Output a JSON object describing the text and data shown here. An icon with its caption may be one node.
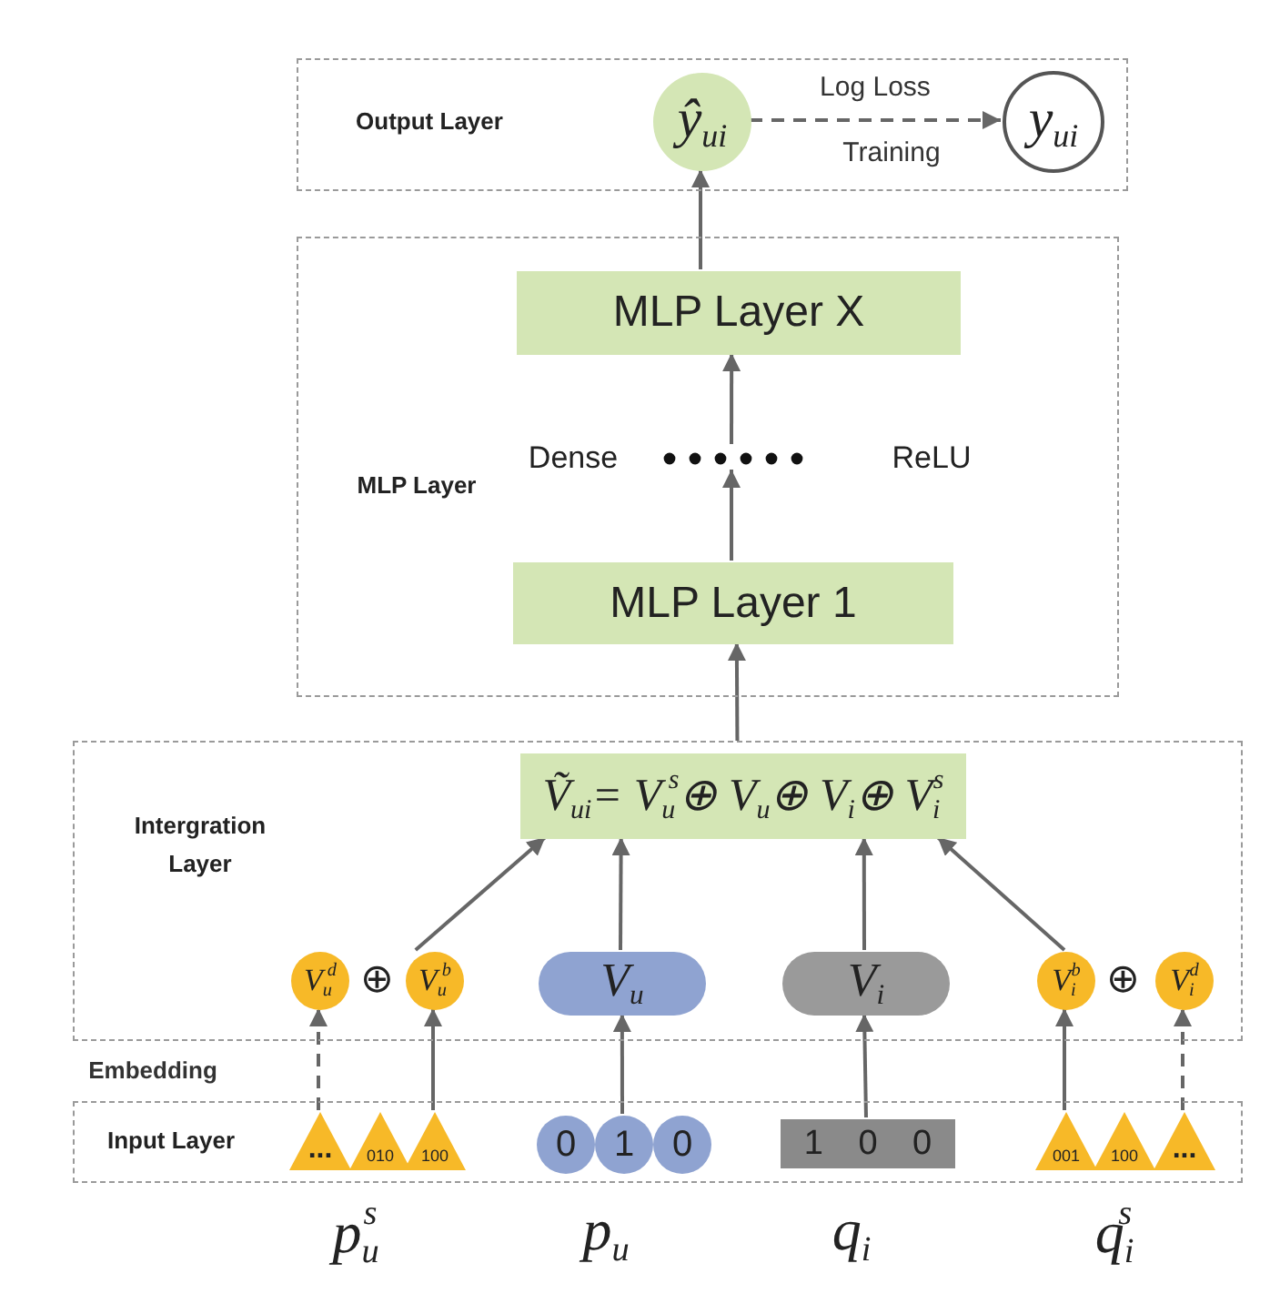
{
  "diagram": {
    "nodes": [
      {
        "text": [
          "Output Layer"
        ]
      },
      {
        "text": [
          "ŷ$_{ui}$"
        ],
        "in": 0
      },
      {
        "text": [
          "y$_{ui}$"
        ],
        "in": 0
      },
      {
        "text": [
          "MLP Layer"
        ]
      },
      {
        "text": [
          "MLP Layer X"
        ],
        "in": 3
      },
      {
        "text": [],
        "shape": "dots",
        "in": 3
      },
      {
        "text": [
          "MLP Layer 1"
        ],
        "in": 3
      },
      {
        "text": [
          "Intergration Layer"
        ]
      },
      {
        "text": [
          "Ṽ$_{ui}$= V$_{u}$$^{s}$⊕ V$_{u}$⊕ V$_{i}$⊕ V$_{i}$$^{s}$"
        ],
        "in": 7
      },
      {
        "text": [
          "V$_{u}$$^{d}$"
        ],
        "in": 7
      },
      {
        "text": [
          "V$_{u}$$^{b}$"
        ],
        "in": 7
      },
      {
        "text": [
          "V$_{u}$"
        ],
        "in": 7
      },
      {
        "text": [
          "V$_{i}$"
        ],
        "in": 7
      },
      {
        "text": [
          "V$_{i}$$^{b}$"
        ],
        "in": 7
      },
      {
        "text": [
          "V$_{i}$$^{d}$"
        ],
        "in": 7
      },
      {
        "text": [
          "Input Layer"
        ]
      },
      {
        "text": [
          "..."
        ],
        "in": 15
      },
      {
        "text": [
          "010"
        ],
        "in": 15
      },
      {
        "text": [
          "100"
        ],
        "in": 15
      },
      {
        "text": [
          "0"
        ],
        "in": 15
      },
      {
        "text": [
          "1"
        ],
        "in": 15
      },
      {
        "text": [
          "0"
        ],
        "in": 15
      },
      {
        "text": [
          "1 0 0"
        ],
        "in": 15
      },
      {
        "text": [
          "001"
        ],
        "in": 15
      },
      {
        "text": [
          "100"
        ],
        "in": 15
      },
      {
        "text": [
          "..."
        ],
        "in": 15
      }
    ],
    "edges": [
      {
        "from": 1,
        "to": 2,
        "arrow": "to",
        "style": "dashed",
        "label": "Log Loss"
      },
      {
        "from": 4,
        "to": 1,
        "arrow": "to"
      },
      {
        "from": 5,
        "to": 4,
        "arrow": "to"
      },
      {
        "from": 6,
        "to": 5,
        "arrow": "to"
      },
      {
        "from": 7,
        "to": 6,
        "arrow": "to"
      },
      {
        "from": 10,
        "to": 8,
        "arrow": "to"
      },
      {
        "from": 11,
        "to": 8,
        "arrow": "to"
      },
      {
        "from": 12,
        "to": 8,
        "arrow": "to"
      },
      {
        "from": 13,
        "to": 8,
        "arrow": "to"
      },
      {
        "from": 16,
        "to": 9,
        "arrow": "to",
        "style": "dashed"
      },
      {
        "from": 18,
        "to": 10,
        "arrow": "to"
      },
      {
        "from": 20,
        "to": 11,
        "arrow": "to"
      },
      {
        "from": 22,
        "to": 12,
        "arrow": "to"
      },
      {
        "from": 23,
        "to": 13,
        "arrow": "to"
      },
      {
        "from": 25,
        "to": 14,
        "arrow": "to",
        "style": "dashed"
      }
    ],
    "labels": [
      "Training",
      "Dense",
      "ReLU",
      "⊕",
      "⊕",
      "Embedding",
      "p$_{u}$$^{s}$",
      "p$_{u}$",
      "q$_{i}$",
      "q$_{i}$$^{s}$"
    ]
  }
}
